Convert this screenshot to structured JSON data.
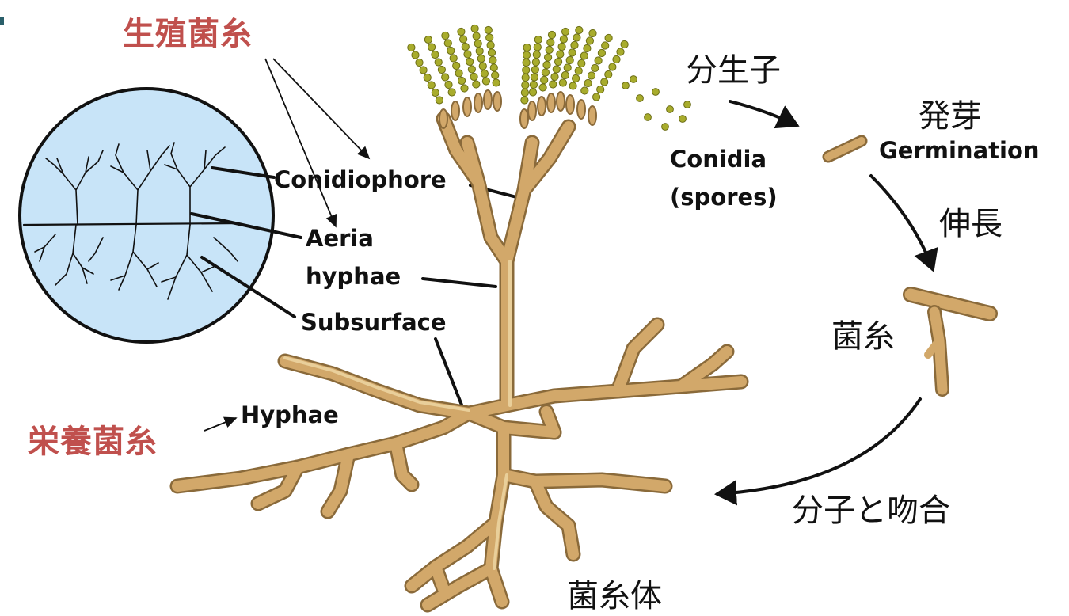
{
  "labels": {
    "reproductive_hyphae": "生殖菌糸",
    "vegetative_hyphae": "栄養菌糸",
    "conidiophore": "Conidiophore",
    "aerial_hyphae_line1": "Aeria",
    "aerial_hyphae_line2": "hyphae",
    "subsurface": "Subsurface",
    "hyphae": "Hyphae",
    "conidia_line1": "Conidia",
    "conidia_line2": "(spores)",
    "germination": "Germination",
    "conidium_jp": "分生子",
    "germination_jp": "発芽",
    "elongation_jp": "伸長",
    "hypha_jp": "菌糸",
    "fusion_jp": "分子と吻合",
    "mycelium_jp": "菌糸体"
  },
  "colors": {
    "accent_red": "#c0504d",
    "hypha_fill": "#d2a86a",
    "hypha_edge": "#8a6a3a",
    "spore_fill": "#a8ac2c",
    "circle_fill": "#c8e4f8"
  }
}
